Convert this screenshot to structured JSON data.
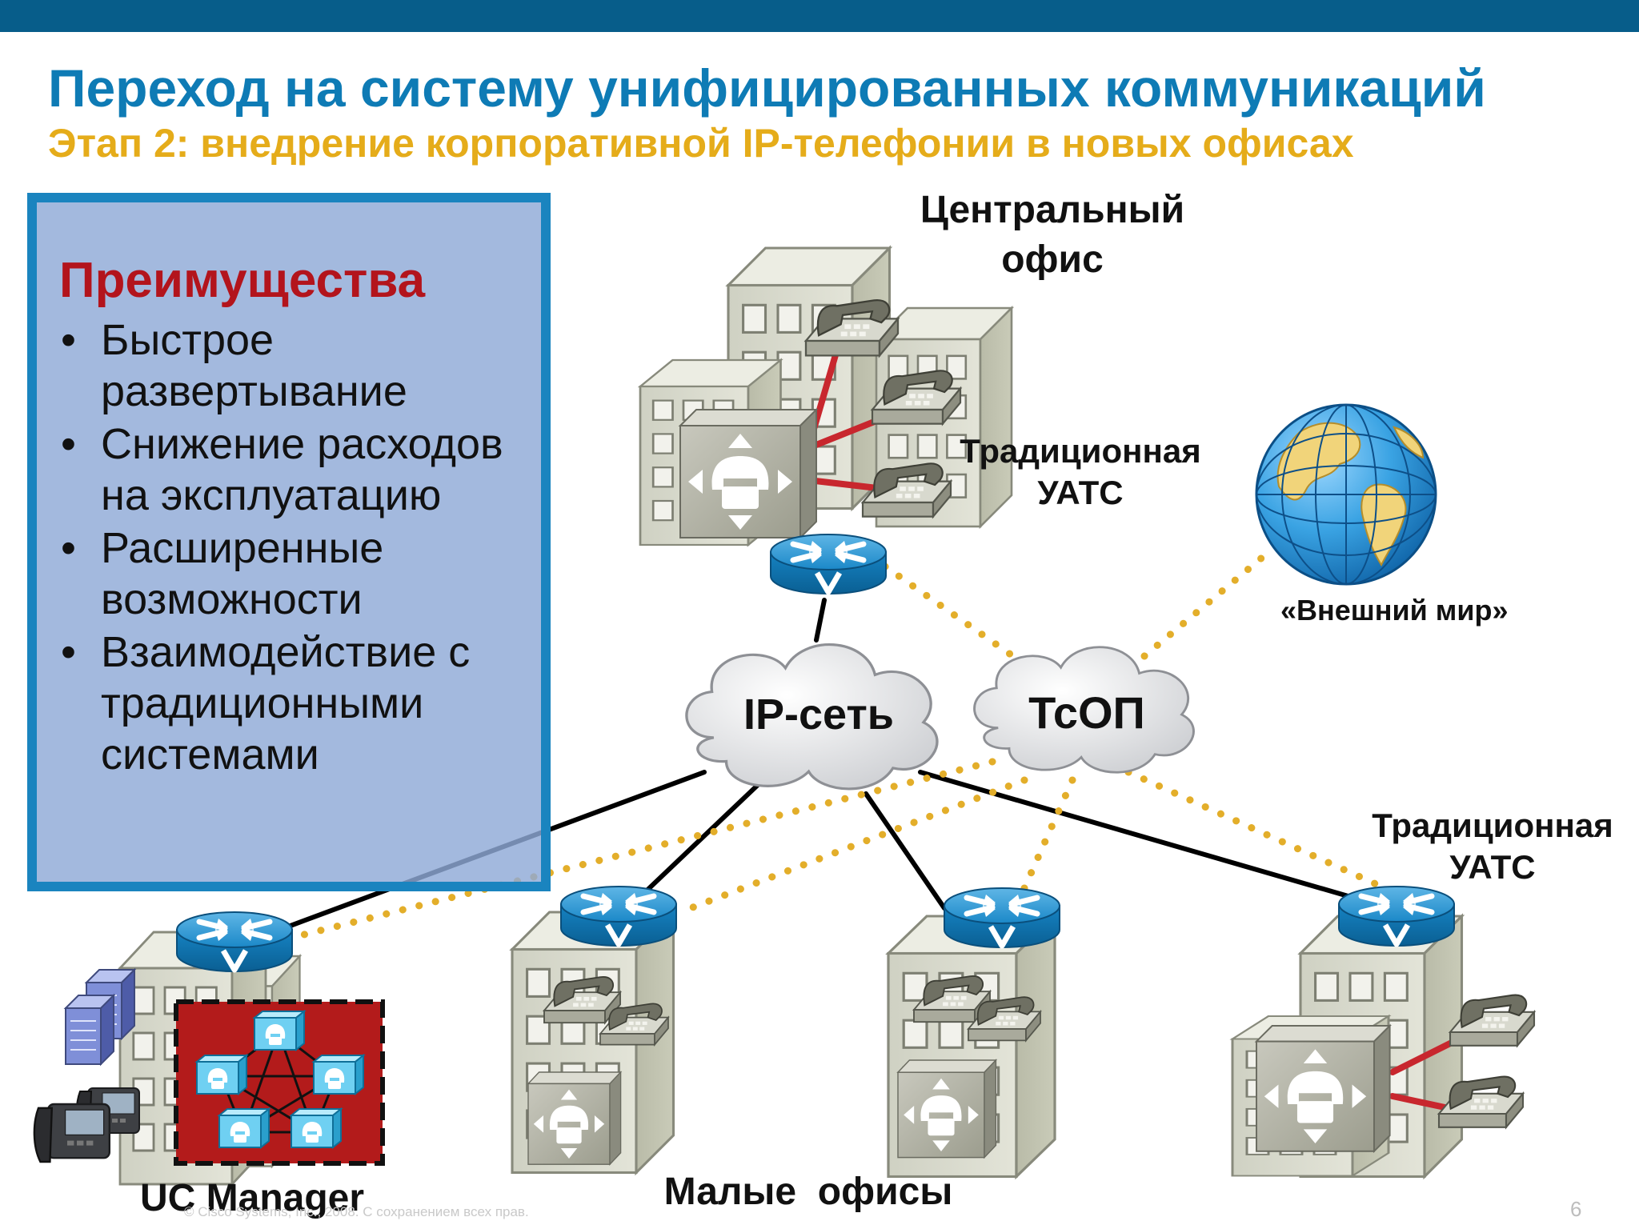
{
  "slide": {
    "title": "Переход на систему унифицированных коммуникаций",
    "subtitle": "Этап 2: внедрение корпоративной IP-телефонии в новых офисах",
    "footer_copyright": "© Cisco Systems, Inc., 2008. С сохранением всех прав.",
    "page_number": "6"
  },
  "advantages": {
    "heading": "Преимущества",
    "bullet_symbol": "•",
    "items": [
      "Быстрое развертывание",
      "Снижение расходов на эксплуатацию",
      "Расширенные возможности",
      "Взаимодействие с традиционными системами"
    ]
  },
  "labels": {
    "central_office": "Центральный офис",
    "traditional_pbx_central": "Традиционная УАТС",
    "outside_world": "«Внешний мир»",
    "ip_network": "IP-сеть",
    "pstn": "ТсОП",
    "traditional_pbx_branch": "Традиционная УАТС",
    "small_offices": "Малые  офисы",
    "uc_manager": "UC Manager"
  },
  "icons": {
    "router": "router-icon",
    "ip_phone": "ip-phone-icon",
    "pbx": "pbx-icon",
    "server": "server-icon",
    "globe": "globe-icon",
    "cloud": "cloud-icon",
    "building": "building-icon"
  },
  "colors": {
    "top_bar": "#075d8a",
    "title": "#0e7bb5",
    "subtitle": "#e5ac1a",
    "advantages_heading": "#b3141c",
    "advantages_border": "#1a84bf",
    "advantages_fill": "#8faad7",
    "ip_link": "#000000",
    "pstn_link": "#e3ae2a",
    "pbx_link": "#c8272e",
    "router": "#1486c6",
    "uc_cluster": "#b31b1b",
    "ocean": "#2c95d6",
    "land": "#f1d47a"
  }
}
